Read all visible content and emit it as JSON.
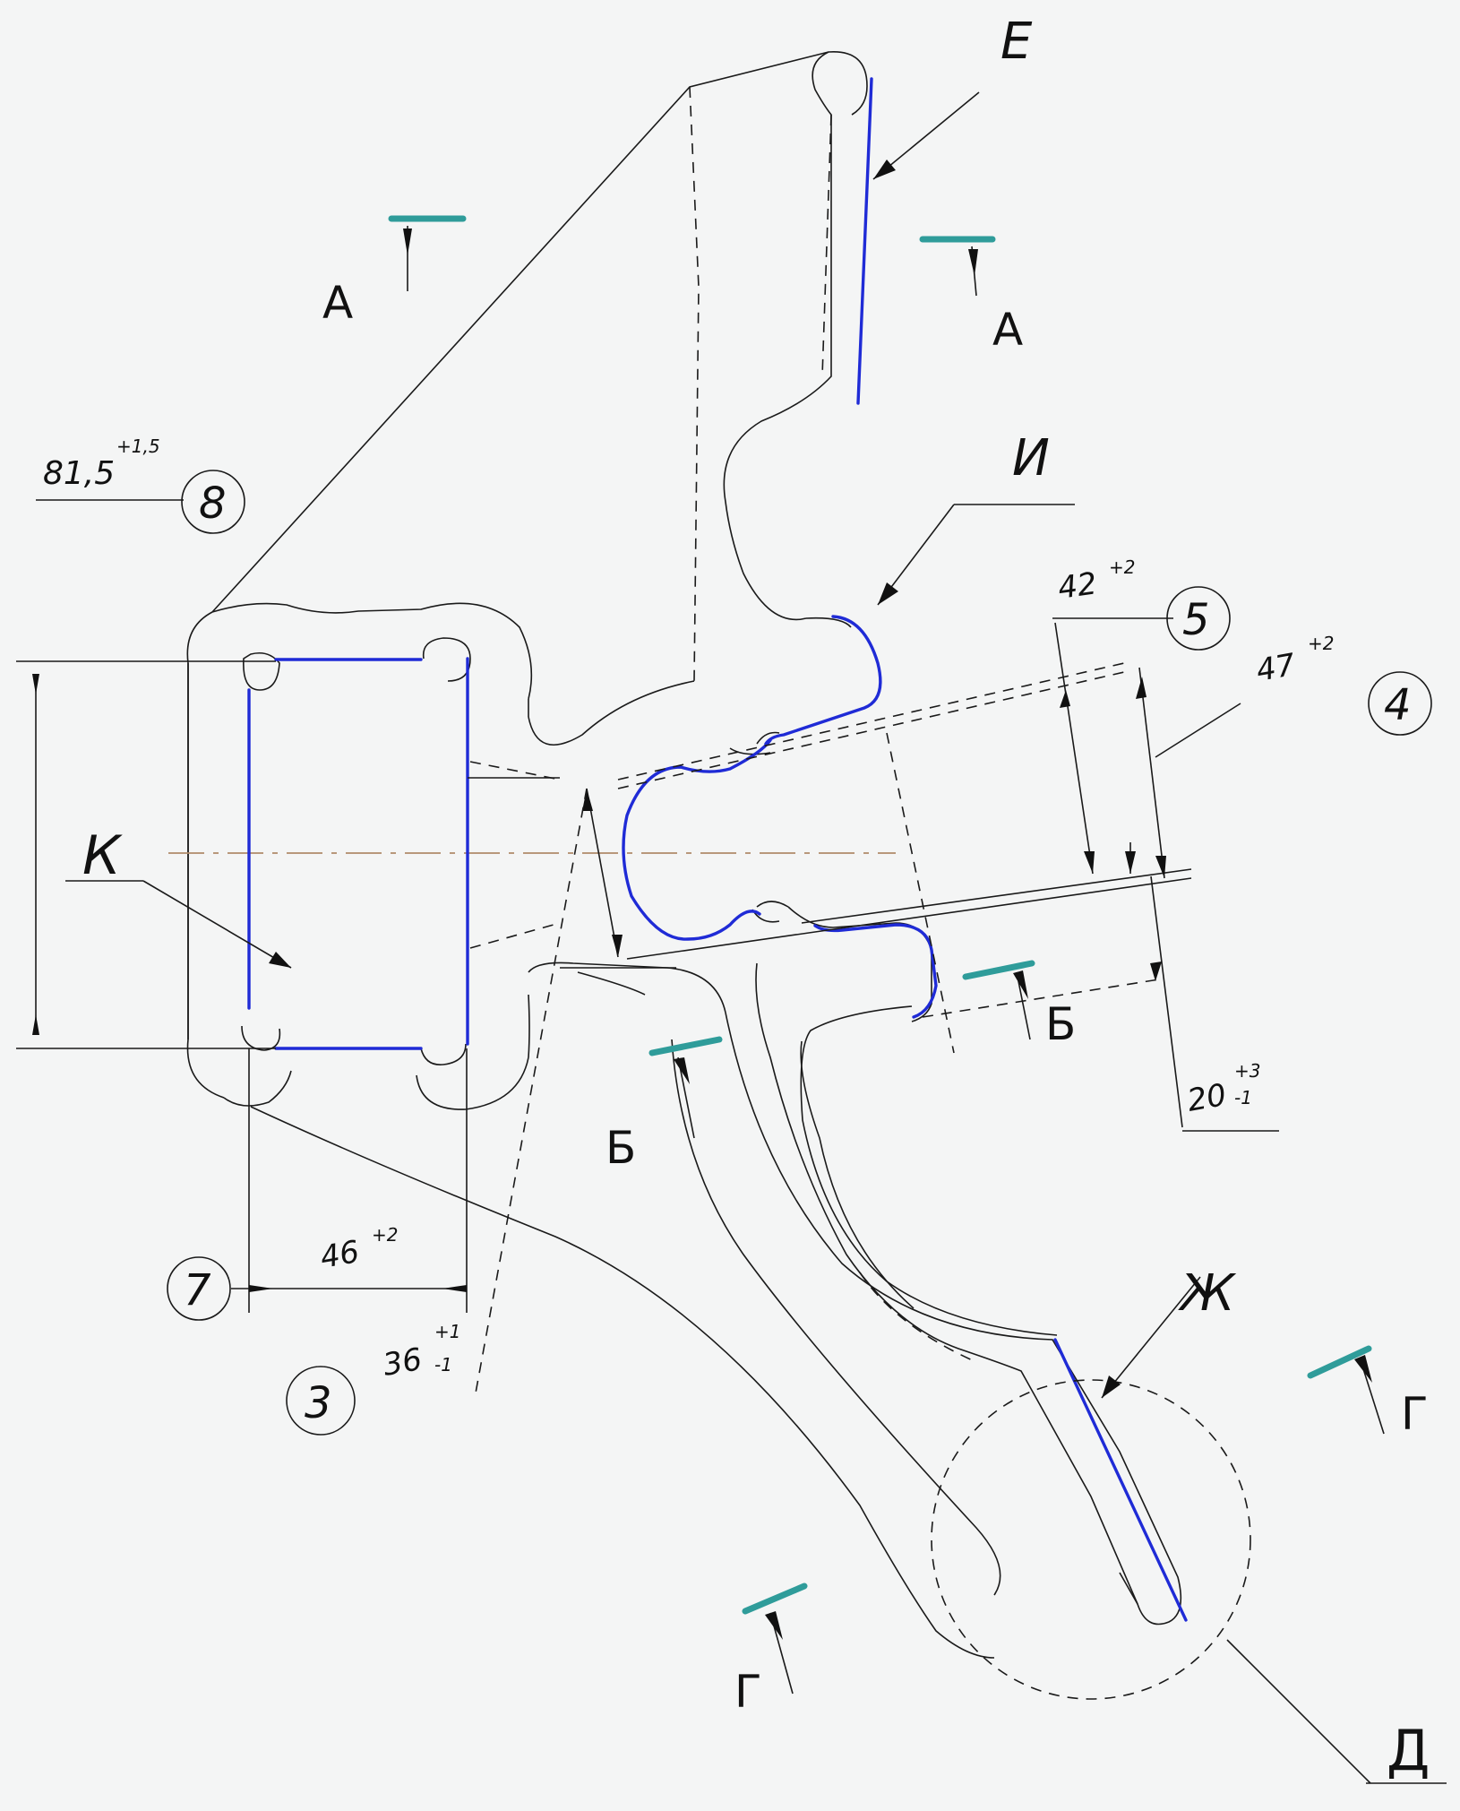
{
  "section_labels": {
    "a_left": "А",
    "a_right": "А",
    "b_left": "Б",
    "b_right": "Б",
    "g_left": "Г",
    "g_right": "Г",
    "d": "Д"
  },
  "surface_labels": {
    "e": "Е",
    "i": "И",
    "zh": "Ж",
    "k": "К"
  },
  "dimensions": {
    "d1": {
      "value": "81,5",
      "tol": "+1,5"
    },
    "d2": {
      "value": "42",
      "tol": "+2"
    },
    "d3": {
      "value": "47",
      "tol": "+2"
    },
    "d4": {
      "value": "20",
      "tol_up": "+3",
      "tol_dn": "-1"
    },
    "d5": {
      "value": "46",
      "tol": "+2"
    },
    "d6": {
      "value": "36",
      "tol_up": "+1",
      "tol_dn": "-1"
    }
  },
  "balloons": [
    "8",
    "5",
    "4",
    "7",
    "3"
  ],
  "colors": {
    "surface_line": "#1f2bd6",
    "section_mark": "#2f9c9a",
    "axis_line": "#b08a6a",
    "background": "#f4f5f5"
  }
}
